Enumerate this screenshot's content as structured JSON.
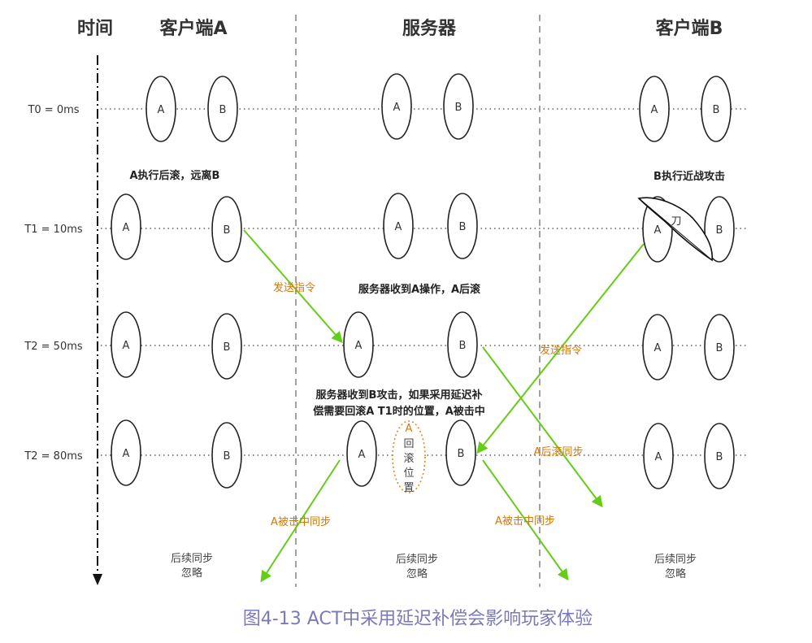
{
  "headers": {
    "time": "时间",
    "client_a": "客户端A",
    "server": "服务器",
    "client_b": "客户端B"
  },
  "rows": [
    "T0 = 0ms",
    "T1 = 10ms",
    "T2 = 50ms",
    "T2 = 80ms"
  ],
  "entity_labels": {
    "a": "A",
    "b": "B"
  },
  "notes": {
    "a_roll_back": "A执行后滚，远离B",
    "b_attack": "B执行近战攻击",
    "sword": "刀",
    "server_recv_a": "服务器收到A操作，A后滚",
    "server_recv_b_line1": "服务器收到B攻击，如果采用延迟补",
    "server_recv_b_line2": "偿需要回滚A T1时的位置，A被击中",
    "rollback_pos": [
      "A",
      "回",
      "滚",
      "位",
      "置"
    ]
  },
  "arrow_labels": {
    "send_a": "发送指令",
    "send_b": "发送指令",
    "a_sync": "A后滚同步",
    "hit_sync_left": "A被击中同步",
    "hit_sync_right": "A被击中同步"
  },
  "footer_notes": {
    "client_a": [
      "后续同步",
      "忽略"
    ],
    "server": [
      "后续同步",
      "忽略"
    ],
    "client_b": [
      "后续同步",
      "忽略"
    ]
  },
  "caption": "图4-13 ACT中采用延迟补偿会影响玩家体验",
  "colors": {
    "arrow_green": "#66cc1a",
    "label_orange": "#d4780a",
    "caption_purple": "#7a7ab8"
  }
}
